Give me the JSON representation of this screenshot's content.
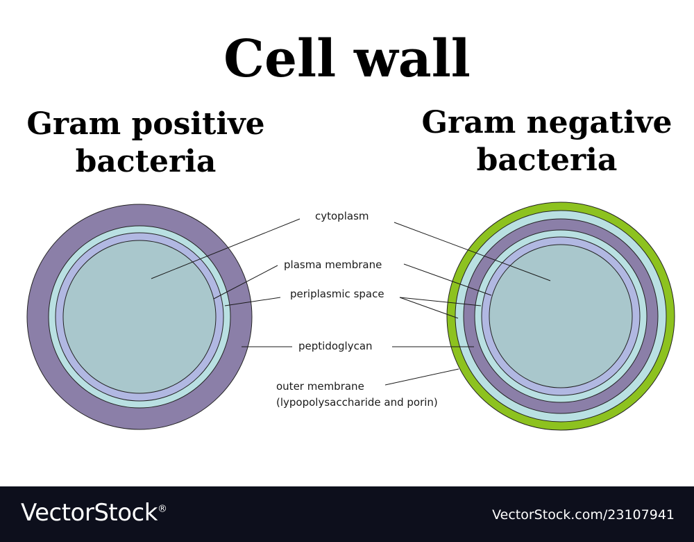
{
  "title": "Cell wall",
  "gram_positive": {
    "line1": "Gram positive",
    "line2": "bacteria"
  },
  "gram_negative": {
    "line1": "Gram negative",
    "line2": "bacteria"
  },
  "labels": {
    "cytoplasm": "cytoplasm",
    "plasma_membrane": "plasma membrane",
    "periplasmic_space": "periplasmic space",
    "peptidoglycan": "peptidoglycan",
    "outer_membrane": "outer membrane",
    "outer_membrane_detail": "(lypopolysaccharide and porin)"
  },
  "colors": {
    "peptidoglycan": "#8b7fa8",
    "periplasmic_space": "#b9e0e2",
    "plasma_membrane": "#b1b8e2",
    "cytoplasm": "#a9c7cc",
    "outer_membrane": "#8dc21f"
  },
  "footer": {
    "brand": "VectorStock",
    "image_id": "VectorStock.com/23107941"
  }
}
